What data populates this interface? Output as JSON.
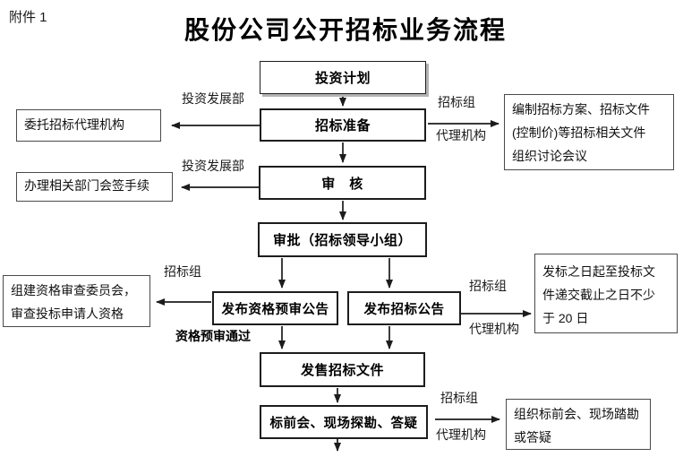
{
  "page": {
    "attachment_label": "附件 1",
    "title": "股份公司公开招标业务流程"
  },
  "flow_boxes": {
    "investment_plan": "投资计划",
    "bid_preparation": "招标准备",
    "review": "审　核",
    "approval": "审批（招标领导小组）",
    "prequalification_announcement": "发布资格预审公告",
    "bid_announcement": "发布招标公告",
    "sell_bid_documents": "发售招标文件",
    "prebid_meeting": "标前会、现场探勘、答疑"
  },
  "side_boxes": {
    "entrust_agency": "委托招标代理机构",
    "countersign": "办理相关部门会签手续",
    "qualification_committee": "组建资格审查委员会，\n审查投标申请人资格",
    "prepare_documents": "编制招标方案、招标文件\n(控制价)等招标相关文件\n组织讨论会议",
    "twenty_days": "发标之日起至投标文\n件递交截止之日不少\n于 20 日",
    "organize_prebid": "组织标前会、现场踏勘\n或答疑"
  },
  "labels": {
    "investment_dev_dept_1": "投资发展部",
    "investment_dev_dept_2": "投资发展部",
    "bid_group_1": "招标组",
    "agency_1": "代理机构",
    "bid_group_2": "招标组",
    "prequalification_passed": "资格预审通过",
    "bid_group_3": "招标组",
    "agency_2": "代理机构",
    "bid_group_4": "招标组",
    "agency_3": "代理机构"
  }
}
